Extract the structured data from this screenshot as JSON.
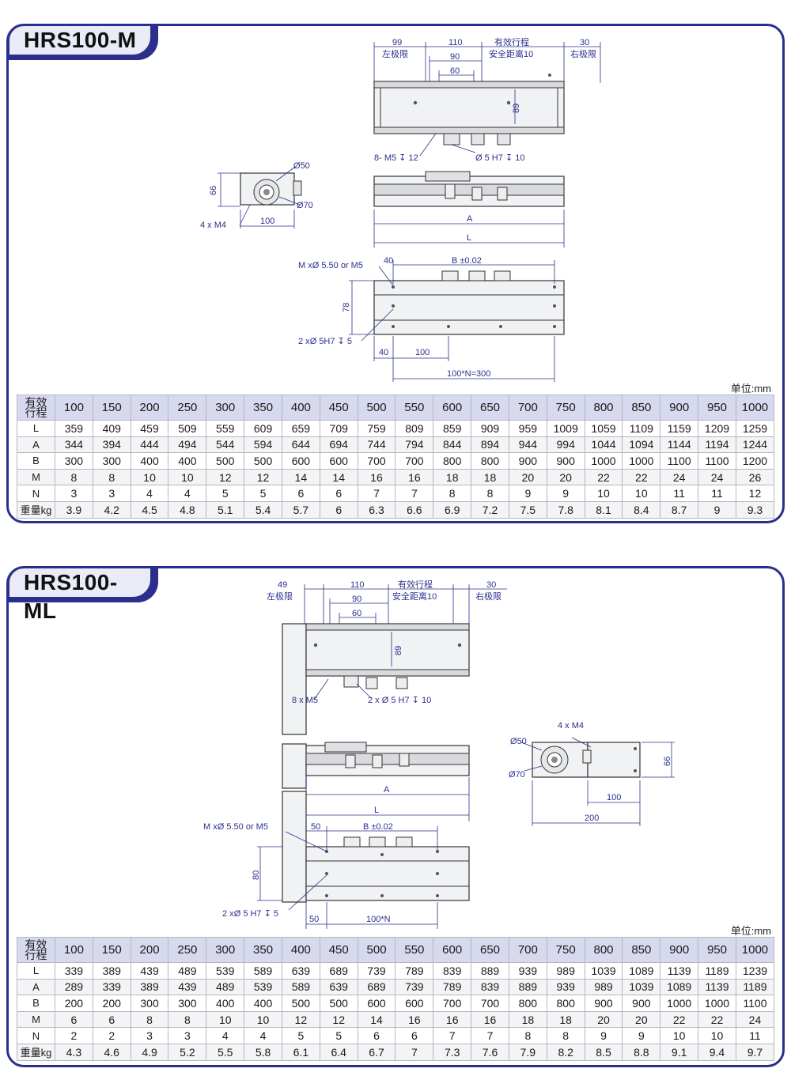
{
  "sections": [
    {
      "title": "HRS100-M",
      "dims": {
        "top_left": "99",
        "top_left_sub": "左极限",
        "top_110": "110",
        "top_90": "90",
        "top_60": "60",
        "top_stroke": "有效行程",
        "top_stroke_sub": "安全距离10",
        "top_right": "30",
        "top_right_sub": "右极限",
        "height_89": "89",
        "holes_8m5": "8- M5",
        "holes_8m5_depth": "12",
        "holes_pin": "5 H7",
        "holes_pin_depth": "10",
        "dia50": "50",
        "dia70": "70",
        "h66": "66",
        "m4": "4 x  M4",
        "w100": "100",
        "len_a": "A",
        "len_l": "L",
        "mounting": "M x",
        "mounting_spec": "5.50 or M5",
        "b40_top": "40",
        "b_tol": "B ±0.02",
        "h78": "78",
        "pin2": "2 x",
        "pin2_spec": "5H7",
        "pin2_depth": "5",
        "b40_bottom": "40",
        "b100": "100",
        "b100n": "100*N=300"
      },
      "unit": "单位:mm",
      "table": {
        "header_label": "有效\n行程",
        "columns": [
          "100",
          "150",
          "200",
          "250",
          "300",
          "350",
          "400",
          "450",
          "500",
          "550",
          "600",
          "650",
          "700",
          "750",
          "800",
          "850",
          "900",
          "950",
          "1000"
        ],
        "rows": [
          {
            "label": "L",
            "values": [
              "359",
              "409",
              "459",
              "509",
              "559",
              "609",
              "659",
              "709",
              "759",
              "809",
              "859",
              "909",
              "959",
              "1009",
              "1059",
              "1109",
              "1159",
              "1209",
              "1259"
            ]
          },
          {
            "label": "A",
            "values": [
              "344",
              "394",
              "444",
              "494",
              "544",
              "594",
              "644",
              "694",
              "744",
              "794",
              "844",
              "894",
              "944",
              "994",
              "1044",
              "1094",
              "1144",
              "1194",
              "1244"
            ]
          },
          {
            "label": "B",
            "values": [
              "300",
              "300",
              "400",
              "400",
              "500",
              "500",
              "600",
              "600",
              "700",
              "700",
              "800",
              "800",
              "900",
              "900",
              "1000",
              "1000",
              "1100",
              "1100",
              "1200"
            ]
          },
          {
            "label": "M",
            "values": [
              "8",
              "8",
              "10",
              "10",
              "12",
              "12",
              "14",
              "14",
              "16",
              "16",
              "18",
              "18",
              "20",
              "20",
              "22",
              "22",
              "24",
              "24",
              "26"
            ]
          },
          {
            "label": "N",
            "values": [
              "3",
              "3",
              "4",
              "4",
              "5",
              "5",
              "6",
              "6",
              "7",
              "7",
              "8",
              "8",
              "9",
              "9",
              "10",
              "10",
              "11",
              "11",
              "12"
            ]
          },
          {
            "label": "重量kg",
            "values": [
              "3.9",
              "4.2",
              "4.5",
              "4.8",
              "5.1",
              "5.4",
              "5.7",
              "6",
              "6.3",
              "6.6",
              "6.9",
              "7.2",
              "7.5",
              "7.8",
              "8.1",
              "8.4",
              "8.7",
              "9",
              "9.3"
            ]
          }
        ]
      }
    },
    {
      "title": "HRS100-ML",
      "dims": {
        "top_left": "49",
        "top_left_sub": "左极限",
        "top_110": "110",
        "top_90": "90",
        "top_60": "60",
        "top_stroke": "有效行程",
        "top_stroke_sub": "安全距离10",
        "top_right": "30",
        "top_right_sub": "右极限",
        "height_89": "89",
        "holes_8m5": "8 x  M5",
        "holes_pin": "2 x",
        "holes_pin_spec": "5 H7",
        "holes_pin_depth": "10",
        "m4": "4 x  M4",
        "dia50": "50",
        "dia70": "70",
        "h66": "66",
        "w100": "100",
        "w200": "200",
        "len_a": "A",
        "len_l": "L",
        "mounting": "M x",
        "mounting_spec": "5.50 or M5",
        "b50_top": "50",
        "b_tol": "B ±0.02",
        "h80": "80",
        "pin2": "2 x",
        "pin2_spec": "5 H7",
        "pin2_depth": "5",
        "b50_bottom": "50",
        "b100n": "100*N"
      },
      "unit": "单位:mm",
      "table": {
        "header_label": "有效\n行程",
        "columns": [
          "100",
          "150",
          "200",
          "250",
          "300",
          "350",
          "400",
          "450",
          "500",
          "550",
          "600",
          "650",
          "700",
          "750",
          "800",
          "850",
          "900",
          "950",
          "1000"
        ],
        "rows": [
          {
            "label": "L",
            "values": [
              "339",
              "389",
              "439",
              "489",
              "539",
              "589",
              "639",
              "689",
              "739",
              "789",
              "839",
              "889",
              "939",
              "989",
              "1039",
              "1089",
              "1139",
              "1189",
              "1239"
            ]
          },
          {
            "label": "A",
            "values": [
              "289",
              "339",
              "389",
              "439",
              "489",
              "539",
              "589",
              "639",
              "689",
              "739",
              "789",
              "839",
              "889",
              "939",
              "989",
              "1039",
              "1089",
              "1139",
              "1189"
            ]
          },
          {
            "label": "B",
            "values": [
              "200",
              "200",
              "300",
              "300",
              "400",
              "400",
              "500",
              "500",
              "600",
              "600",
              "700",
              "700",
              "800",
              "800",
              "900",
              "900",
              "1000",
              "1000",
              "1100"
            ]
          },
          {
            "label": "M",
            "values": [
              "6",
              "6",
              "8",
              "8",
              "10",
              "10",
              "12",
              "12",
              "14",
              "16",
              "16",
              "16",
              "18",
              "18",
              "20",
              "20",
              "22",
              "22",
              "24"
            ]
          },
          {
            "label": "N",
            "values": [
              "2",
              "2",
              "3",
              "3",
              "4",
              "4",
              "5",
              "5",
              "6",
              "6",
              "7",
              "7",
              "8",
              "8",
              "9",
              "9",
              "10",
              "10",
              "11"
            ]
          },
          {
            "label": "重量kg",
            "values": [
              "4.3",
              "4.6",
              "4.9",
              "5.2",
              "5.5",
              "5.8",
              "6.1",
              "6.4",
              "6.7",
              "7",
              "7.3",
              "7.6",
              "7.9",
              "8.2",
              "8.5",
              "8.8",
              "9.1",
              "9.4",
              "9.7"
            ]
          }
        ]
      }
    }
  ],
  "colors": {
    "frame": "#2b2f8c",
    "tab_fill": "#e9ebf7",
    "table_header": "#d7d9ef"
  }
}
